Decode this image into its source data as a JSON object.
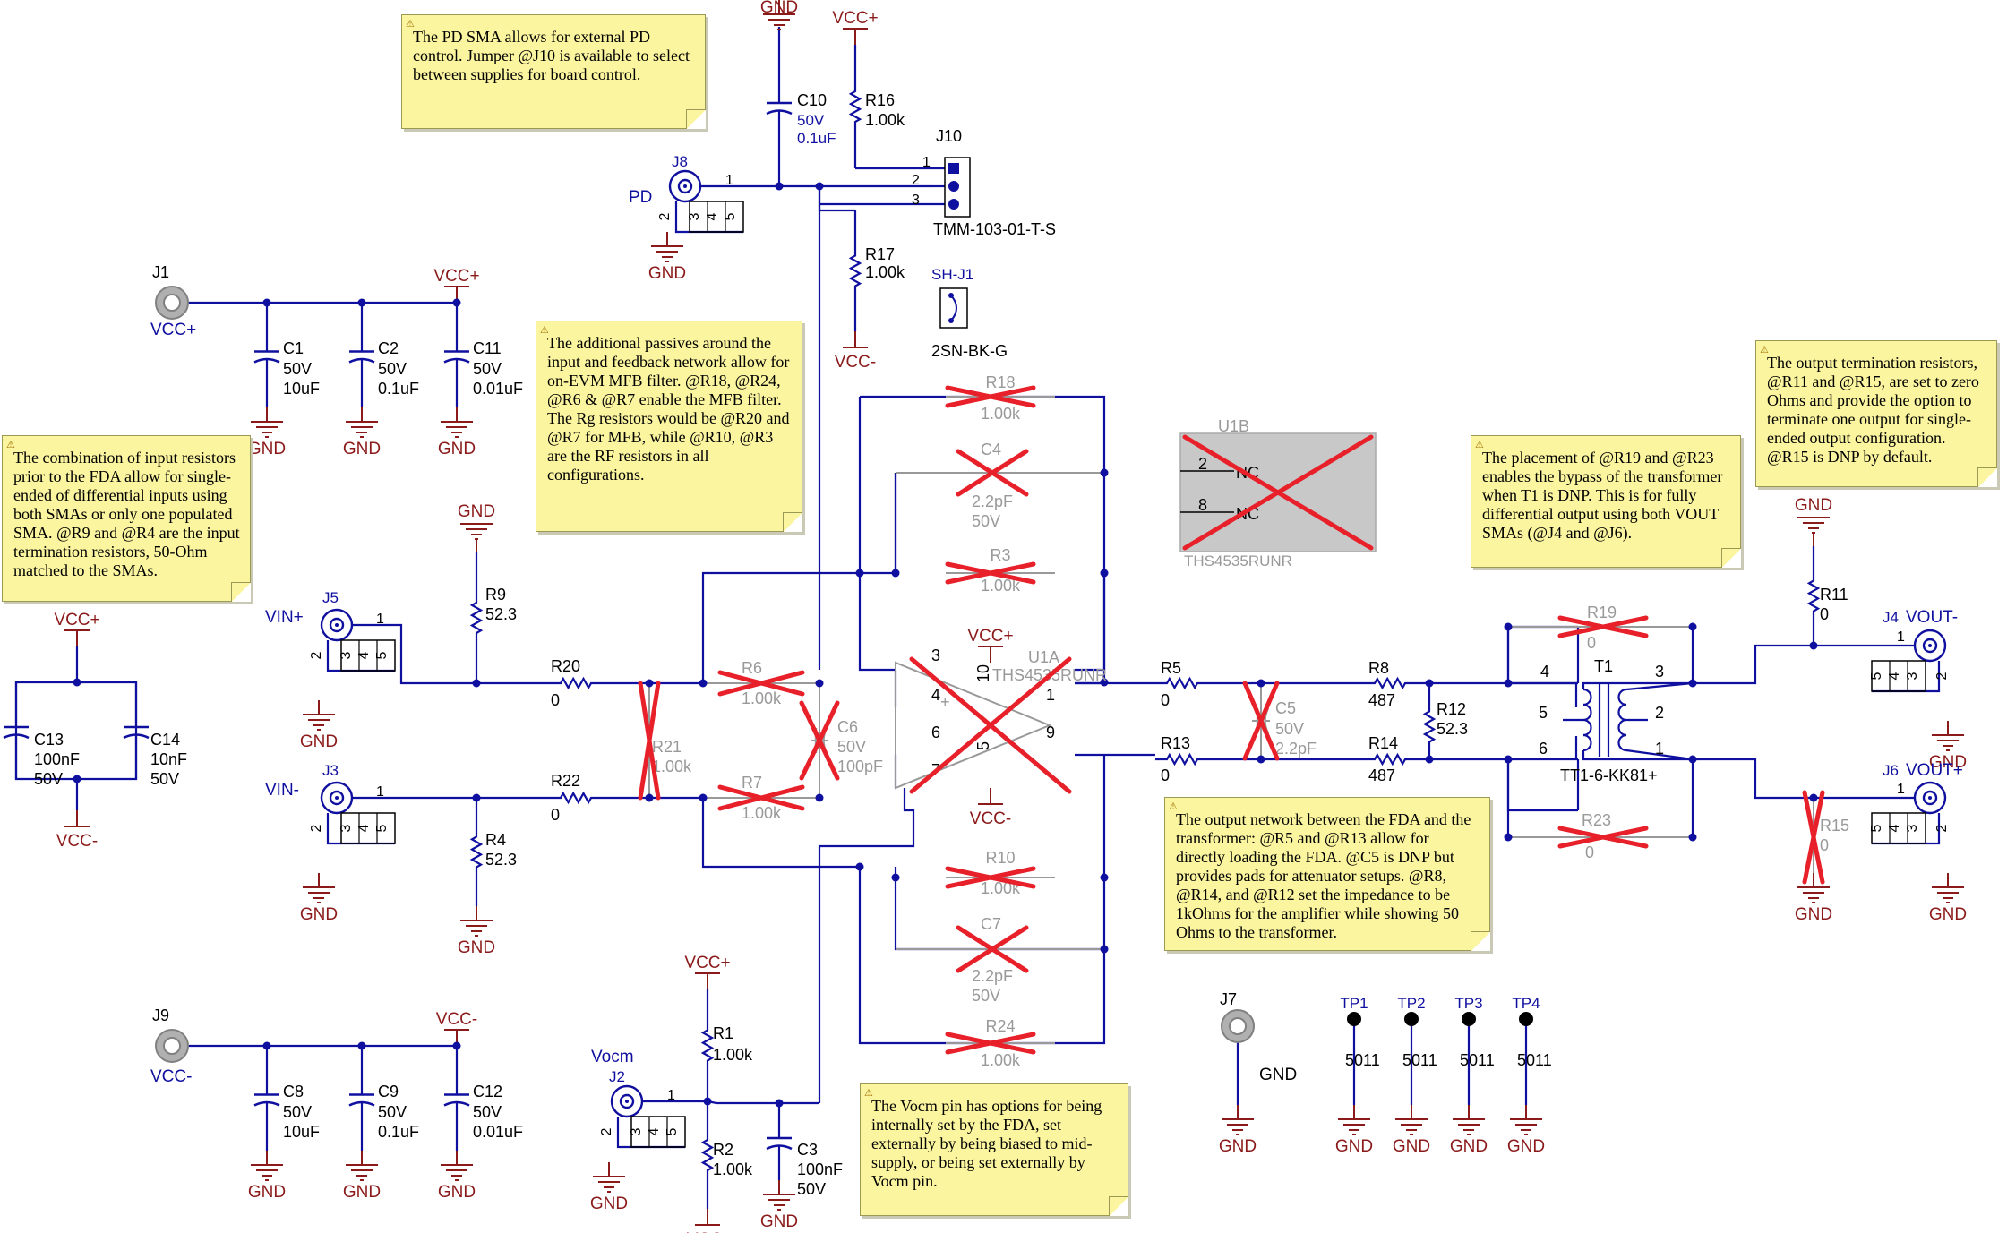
{
  "colors": {
    "wire": "#1010a0",
    "power": "#8b1a1a",
    "dnp": "#999999",
    "dnp_x": "#e8202a",
    "note_bg": "#fbf59f",
    "u1b_fill": "#c8c8c8"
  },
  "notes": {
    "pd": "The PD SMA allows for external PD control.  Jumper @J10 is available to select between supplies for board control.",
    "passives": "The additional passives around the input and feedback network allow for on-EVM MFB filter.  @R18, @R24, @R6 & @R7 enable the MFB filter.\nThe Rg resistors would be @R20 and @R7 for MFB, while @R10, @R3 are the RF resistors in all configurations.",
    "input": "The combination of input resistors prior to the FDA allow for single-ended of differential inputs using both SMAs or only one populated SMA.  @R9 and @R4 are the input termination resistors, 50-Ohm matched to the SMAs.",
    "placement": "The placement of @R19 and @R23 enables the bypass of the transformer when T1 is DNP.  This is for fully differential output using both VOUT SMAs (@J4 and @J6).",
    "termination": "The output termination resistors, @R11 and @R15, are set to zero Ohms and provide the option to terminate one output for single-ended output configuration. @R15 is DNP by default.",
    "network": "The output network between the FDA and the transformer: @R5 and @R13 allow for directly loading the FDA.  @C5 is DNP but provides pads for attenuator setups.  @R8, @R14, and @R12 set the impedance to be 1kOhms for the amplifier while showing 50 Ohms to the transformer.",
    "vocm": "The Vocm pin has options for being internally set by the FDA, set externally by being biased to mid-supply, or being set externally by Vocm pin."
  },
  "components": {
    "J1": {
      "ref": "J1",
      "net": "VCC+"
    },
    "J9": {
      "ref": "J9",
      "net": "VCC-"
    },
    "J7": {
      "ref": "J7",
      "net": "GND"
    },
    "J8": {
      "ref": "J8",
      "net": "PD"
    },
    "J5": {
      "ref": "J5",
      "net": "VIN+"
    },
    "J3": {
      "ref": "J3",
      "net": "VIN-"
    },
    "J2": {
      "ref": "J2",
      "net": "Vocm"
    },
    "J4": {
      "ref": "J4",
      "net": "VOUT-"
    },
    "J6": {
      "ref": "J6",
      "net": "VOUT+"
    },
    "J10": {
      "ref": "J10",
      "part": "TMM-103-01-T-S",
      "p1": "1",
      "p2": "2",
      "p3": "3"
    },
    "SHJ1": {
      "ref": "SH-J1",
      "part": "2SN-BK-G"
    },
    "C1": {
      "ref": "C1",
      "v": "50V",
      "val": "10uF"
    },
    "C2": {
      "ref": "C2",
      "v": "50V",
      "val": "0.1uF"
    },
    "C11": {
      "ref": "C11",
      "v": "50V",
      "val": "0.01uF"
    },
    "C8": {
      "ref": "C8",
      "v": "50V",
      "val": "10uF"
    },
    "C9": {
      "ref": "C9",
      "v": "50V",
      "val": "0.1uF"
    },
    "C12": {
      "ref": "C12",
      "v": "50V",
      "val": "0.01uF"
    },
    "C13": {
      "ref": "C13",
      "val": "100nF",
      "v": "50V"
    },
    "C14": {
      "ref": "C14",
      "val": "10nF",
      "v": "50V"
    },
    "C10": {
      "ref": "C10",
      "v": "50V",
      "val": "0.1uF"
    },
    "C3": {
      "ref": "C3",
      "val": "100nF",
      "v": "50V"
    },
    "C4": {
      "ref": "C4",
      "val": "2.2pF",
      "v": "50V"
    },
    "C7": {
      "ref": "C7",
      "val": "2.2pF",
      "v": "50V"
    },
    "C6": {
      "ref": "C6",
      "v": "50V",
      "val": "100pF"
    },
    "C5": {
      "ref": "C5",
      "v": "50V",
      "val": "2.2pF"
    },
    "R16": {
      "ref": "R16",
      "val": "1.00k"
    },
    "R17": {
      "ref": "R17",
      "val": "1.00k"
    },
    "R9": {
      "ref": "R9",
      "val": "52.3"
    },
    "R4": {
      "ref": "R4",
      "val": "52.3"
    },
    "R20": {
      "ref": "R20",
      "val": "0"
    },
    "R22": {
      "ref": "R22",
      "val": "0"
    },
    "R21": {
      "ref": "R21",
      "val": "1.00k"
    },
    "R6": {
      "ref": "R6",
      "val": "1.00k"
    },
    "R7": {
      "ref": "R7",
      "val": "1.00k"
    },
    "R18": {
      "ref": "R18",
      "val": "1.00k"
    },
    "R3": {
      "ref": "R3",
      "val": "1.00k"
    },
    "R10": {
      "ref": "R10",
      "val": "1.00k"
    },
    "R24": {
      "ref": "R24",
      "val": "1.00k"
    },
    "R1": {
      "ref": "R1",
      "val": "1.00k"
    },
    "R2": {
      "ref": "R2",
      "val": "1.00k"
    },
    "R5": {
      "ref": "R5",
      "val": "0"
    },
    "R13": {
      "ref": "R13",
      "val": "0"
    },
    "R8": {
      "ref": "R8",
      "val": "487"
    },
    "R14": {
      "ref": "R14",
      "val": "487"
    },
    "R12": {
      "ref": "R12",
      "val": "52.3"
    },
    "R19": {
      "ref": "R19",
      "val": "0"
    },
    "R23": {
      "ref": "R23",
      "val": "0"
    },
    "R11": {
      "ref": "R11",
      "val": "0"
    },
    "R15": {
      "ref": "R15",
      "val": "0"
    },
    "T1": {
      "ref": "T1",
      "part": "TT1-6-KK81+",
      "p1": "1",
      "p2": "2",
      "p3": "3",
      "p4": "4",
      "p5": "5",
      "p6": "6"
    },
    "U1A": {
      "ref": "U1A",
      "part": "THS4535RUNR",
      "p1": "1",
      "p3": "3",
      "p4": "4",
      "p5": "5",
      "p6": "6",
      "p7": "7",
      "p9": "9",
      "p10": "10"
    },
    "U1B": {
      "ref": "U1B",
      "part": "THS4535RUNR",
      "p2": "2",
      "p8": "8",
      "nc": "NC"
    },
    "TP1": {
      "ref": "TP1",
      "val": "5011"
    },
    "TP2": {
      "ref": "TP2",
      "val": "5011"
    },
    "TP3": {
      "ref": "TP3",
      "val": "5011"
    },
    "TP4": {
      "ref": "TP4",
      "val": "5011"
    }
  },
  "labels": {
    "gnd": "GND",
    "vccp": "VCC+",
    "vccn": "VCC-",
    "pin1": "1",
    "pin2": "2",
    "pin3": "3",
    "pin4": "4",
    "pin5": "5"
  }
}
